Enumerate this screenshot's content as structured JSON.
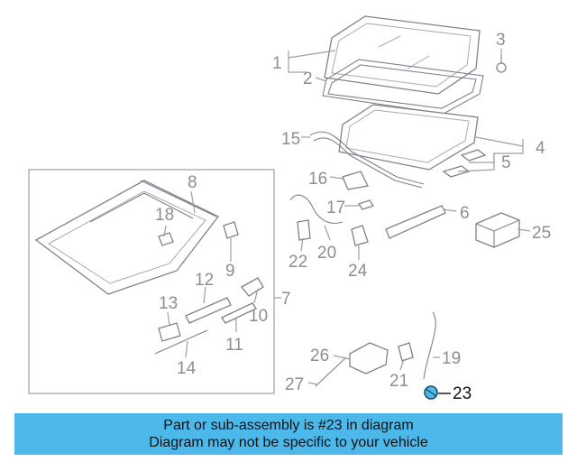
{
  "diagram": {
    "callouts": [
      "1",
      "2",
      "3",
      "4",
      "5",
      "6",
      "7",
      "8",
      "9",
      "10",
      "11",
      "12",
      "13",
      "14",
      "15",
      "16",
      "17",
      "18",
      "19",
      "20",
      "21",
      "22",
      "23",
      "24",
      "25",
      "26",
      "27"
    ],
    "highlighted_callout": "23",
    "highlight_color": "#4db8ea"
  },
  "banner": {
    "line1": "Part or sub-assembly is #23 in diagram",
    "line2": "Diagram may not be specific to your vehicle",
    "background": "#4db8ea"
  }
}
